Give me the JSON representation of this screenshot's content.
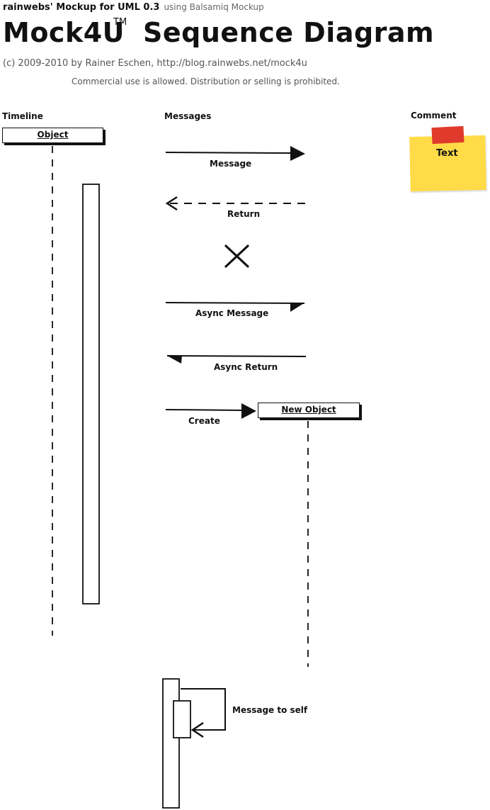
{
  "header": {
    "line": "rainwebs' Mockup for UML 0.3",
    "using": "using Balsamiq Mockup"
  },
  "title": {
    "main": "Mock4U",
    "trademark": "TM",
    "rest": "Sequence Diagram",
    "copyright": "(c) 2009-2010 by Rainer Eschen, http://blog.rainwebs.net/mock4u",
    "license": "Commercial use is allowed. Distribution or selling is prohibited."
  },
  "columns": {
    "timeline": "Timeline",
    "messages": "Messages",
    "comment": "Comment"
  },
  "elements": {
    "object": "Object",
    "new_object": "New Object",
    "note_text": "Text"
  },
  "messages": {
    "message": "Message",
    "return": "Return",
    "async_message": "Async Message",
    "async_return": "Async Return",
    "create": "Create",
    "self": "Message to self"
  },
  "colors": {
    "ink": "#111111",
    "note": "#ffdb47",
    "tape": "#e03a2c"
  }
}
